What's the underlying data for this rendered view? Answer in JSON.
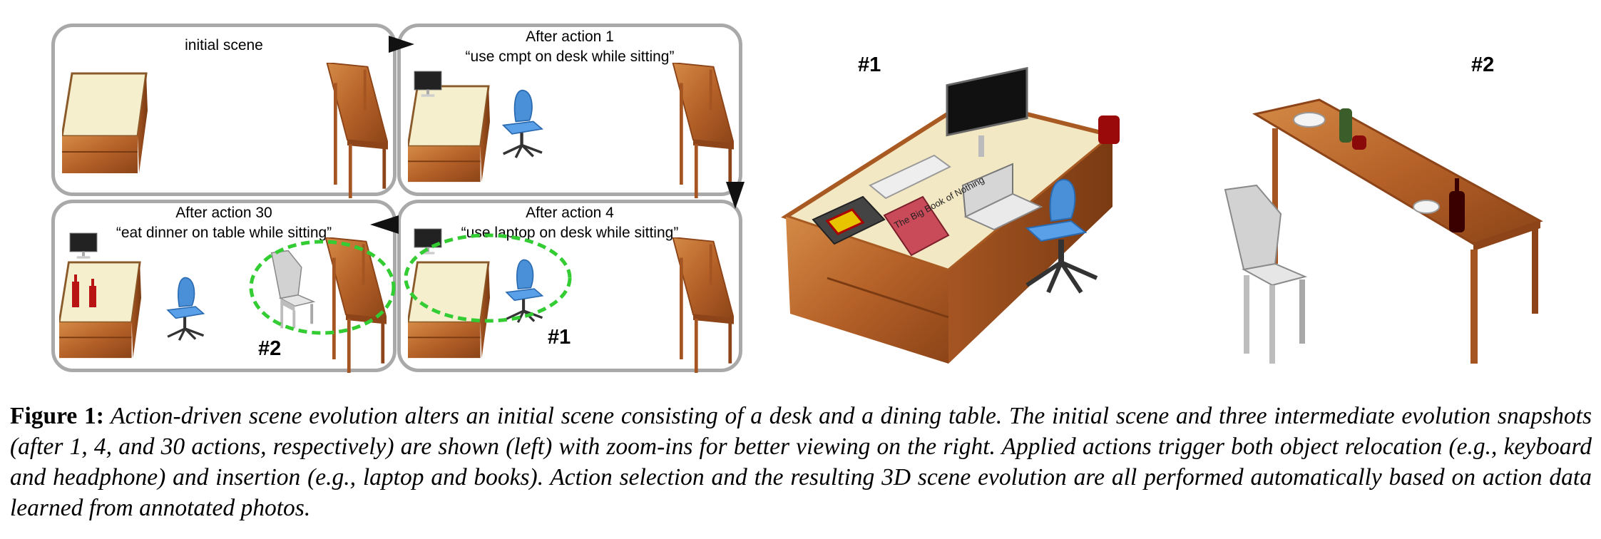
{
  "panels": {
    "p0": {
      "title": "initial scene"
    },
    "p1": {
      "title": "After action 1",
      "action": "“use cmpt on desk while sitting”"
    },
    "p2": {
      "title": "After action 30",
      "action": "“eat dinner on table while sitting”"
    },
    "p3": {
      "title": "After action 4",
      "action": "“use laptop on desk while sitting”"
    }
  },
  "labels": {
    "small_2": "#2",
    "small_1": "#1",
    "zoom_1": "#1",
    "zoom_2": "#2"
  },
  "book_text": "The Big Book of Nothing",
  "caption": {
    "label": "Figure 1:",
    "text": "Action-driven scene evolution alters an initial scene consisting of a desk and a dining table. The initial scene and three intermediate evolution snapshots (after 1, 4, and 30 actions, respectively) are shown (left) with zoom-ins for better viewing on the right. Applied actions trigger both object relocation (e.g., keyboard and headphone) and insertion (e.g., laptop and books). Action selection and the resulting 3D scene evolution are all performed automatically based on action data learned from annotated photos."
  },
  "colors": {
    "wood": "#b8652a",
    "desk_top": "#f6efcd",
    "chair_blue": "#4a90d9",
    "ring": "#33cc33",
    "panel_border": "#a9a9a9"
  }
}
